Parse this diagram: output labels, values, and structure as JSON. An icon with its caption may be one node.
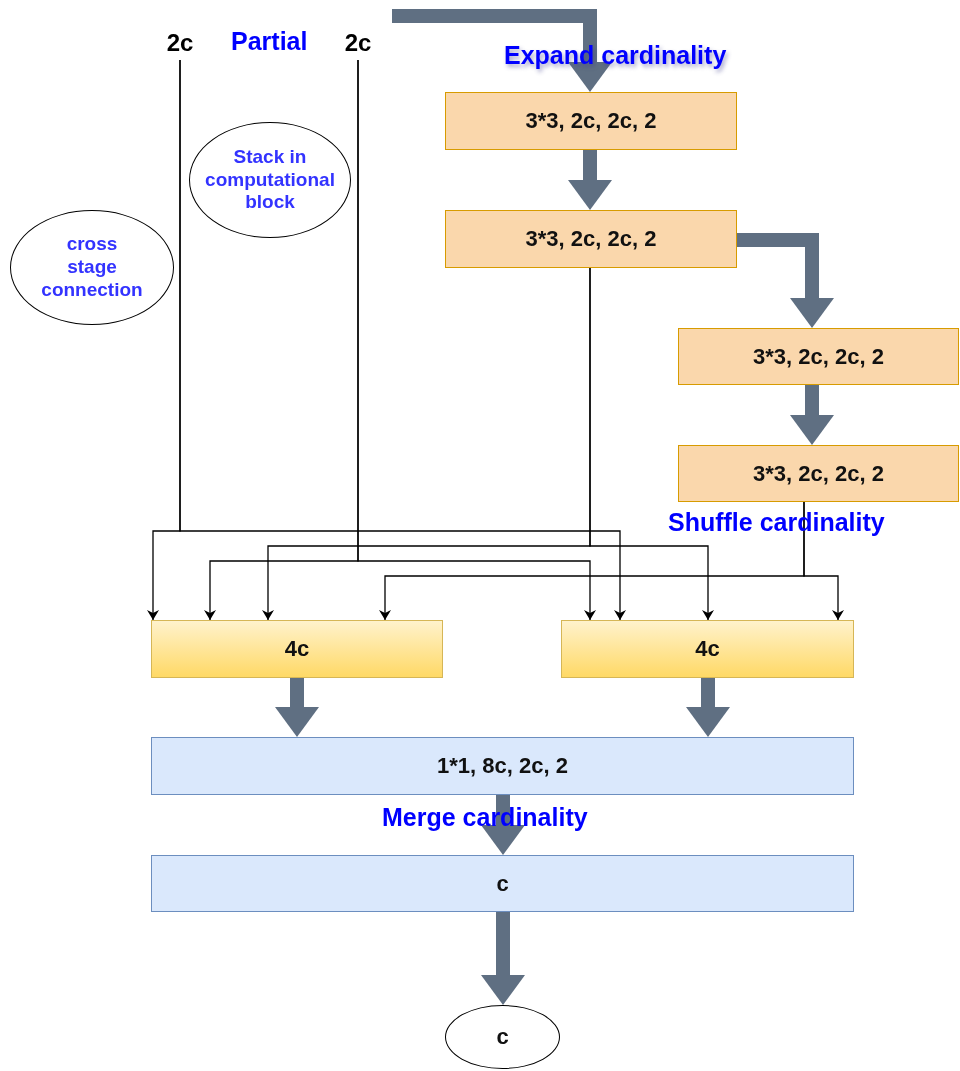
{
  "diagram": {
    "nodes": [
      {
        "text": [
          "2c"
        ]
      },
      {
        "text": [
          "2c"
        ]
      },
      {
        "text": [
          "cross stage connection"
        ]
      },
      {
        "text": [
          "Stack in computational block"
        ]
      },
      {
        "text": [
          "3*3, 2c, 2c, 2"
        ]
      },
      {
        "text": [
          "3*3, 2c, 2c, 2"
        ]
      },
      {
        "text": [
          "3*3, 2c, 2c, 2"
        ]
      },
      {
        "text": [
          "3*3, 2c, 2c, 2"
        ]
      },
      {
        "text": [
          "4c"
        ]
      },
      {
        "text": [
          "4c"
        ]
      },
      {
        "text": [
          "1*1,  8c,  2c,  2"
        ]
      },
      {
        "text": [
          "c"
        ]
      },
      {
        "text": [
          "c"
        ]
      }
    ],
    "edges": [
      {
        "from": null,
        "to": 4,
        "arrow": "to",
        "style": "thick"
      },
      {
        "from": 4,
        "to": 5,
        "arrow": "to",
        "style": "thick"
      },
      {
        "from": 5,
        "to": 6,
        "arrow": "to",
        "style": "thick"
      },
      {
        "from": 6,
        "to": 7,
        "arrow": "to",
        "style": "thick"
      },
      {
        "from": 0,
        "to": 8,
        "arrow": "to",
        "color": "#000000"
      },
      {
        "from": 0,
        "to": 9,
        "arrow": "to",
        "color": "#000000"
      },
      {
        "from": 1,
        "to": 8,
        "arrow": "to",
        "color": "#000000"
      },
      {
        "from": 1,
        "to": 9,
        "arrow": "to",
        "color": "#000000"
      },
      {
        "from": 5,
        "to": 8,
        "arrow": "to",
        "color": "#000000"
      },
      {
        "from": 5,
        "to": 9,
        "arrow": "to",
        "color": "#000000"
      },
      {
        "from": 7,
        "to": 8,
        "arrow": "to",
        "color": "#000000"
      },
      {
        "from": 7,
        "to": 9,
        "arrow": "to",
        "color": "#000000"
      },
      {
        "from": 8,
        "to": 10,
        "arrow": "to",
        "style": "thick"
      },
      {
        "from": 9,
        "to": 10,
        "arrow": "to",
        "style": "thick"
      },
      {
        "from": 10,
        "to": 11,
        "arrow": "to",
        "style": "thick"
      },
      {
        "from": 11,
        "to": 12,
        "arrow": "to",
        "style": "thick"
      }
    ],
    "labels": [
      "Partial",
      "Expand cardinality",
      "Shuffle cardinality",
      "Merge cardinality"
    ]
  }
}
